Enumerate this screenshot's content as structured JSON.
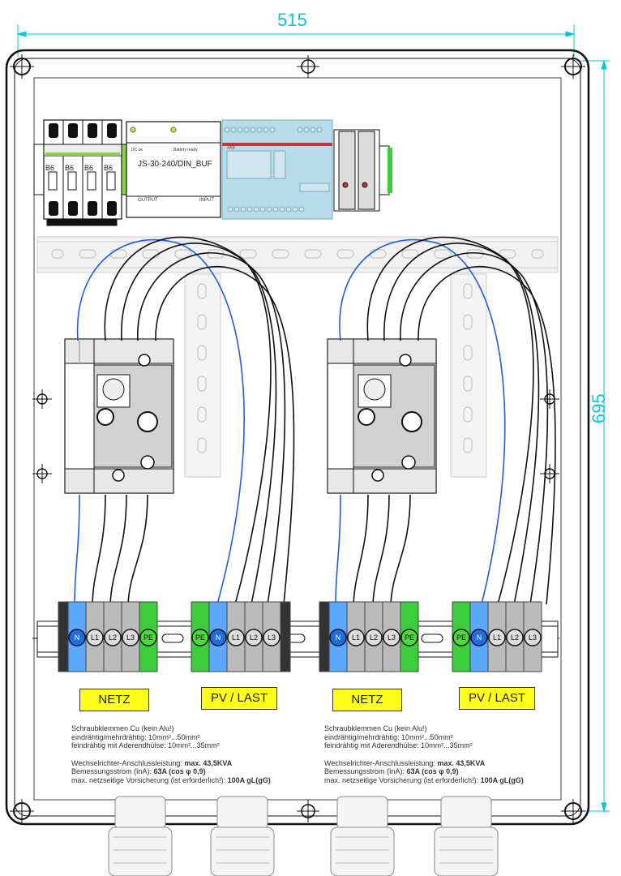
{
  "dimensions": {
    "width_label": "515",
    "height_label": "695"
  },
  "top_row": {
    "breakers": [
      "B6",
      "B6",
      "B6",
      "B6"
    ],
    "psu": {
      "model": "JS-30-240/DIN_BUF",
      "led1": "DC ok",
      "led2": "Battery ready",
      "output": "OUTPUT",
      "input": "INPUT"
    },
    "controller": {
      "brand": "ABB"
    }
  },
  "terminals": {
    "left_netz": [
      "N",
      "L1",
      "L2",
      "L3",
      "PE"
    ],
    "left_pv": [
      "PE",
      "N",
      "L1",
      "L2",
      "L3"
    ],
    "right_netz": [
      "N",
      "L1",
      "L2",
      "L3",
      "PE"
    ],
    "right_pv": [
      "PE",
      "N",
      "L1",
      "L2",
      "L3"
    ]
  },
  "tags": {
    "netz": "NETZ",
    "pv_last": "PV / LAST"
  },
  "notes_left": {
    "line1": "Schraubklemmen Cu (kein Alu!)",
    "line2": "eindrähtig/mehrdrähtig: 10mm²...50mm²",
    "line3": "feindrähtig mit Aderendhülse: 10mm²...35mm²",
    "line4a": "Wechselrichter-Anschlussleistung:",
    "line4b": "max. 43,5KVA",
    "line5a": "Bemessungsstrom (InA):",
    "line5b": "63A (cos φ 0,9)",
    "line6a": "max. netzseitige Vorsicherung (ist erforderlich!):",
    "line6b": "100A gL(gG)"
  },
  "notes_right": {
    "line1": "Schraubklemmen Cu (kein Alu!)",
    "line2": "eindrähtig/mehrdrähtig: 10mm²...50mm²",
    "line3": "feindrähtig mit Aderendhülse: 10mm²...35mm²",
    "line4a": "Wechselrichter-Anschlussleistung:",
    "line4b": "max. 43,5KVA",
    "line5a": "Bemessungsstrom (InA):",
    "line5b": "63A (cos φ 0,9)",
    "line6a": "max. netzseitige Vorsicherung (ist erforderlich!):",
    "line6b": "100A gL(gG)"
  },
  "colors": {
    "dimension": "#00c8e0",
    "neutral": "#1e5fd6",
    "earth": "#33cc33",
    "tag": "#ffff1a",
    "controller": "#b9dcec"
  }
}
